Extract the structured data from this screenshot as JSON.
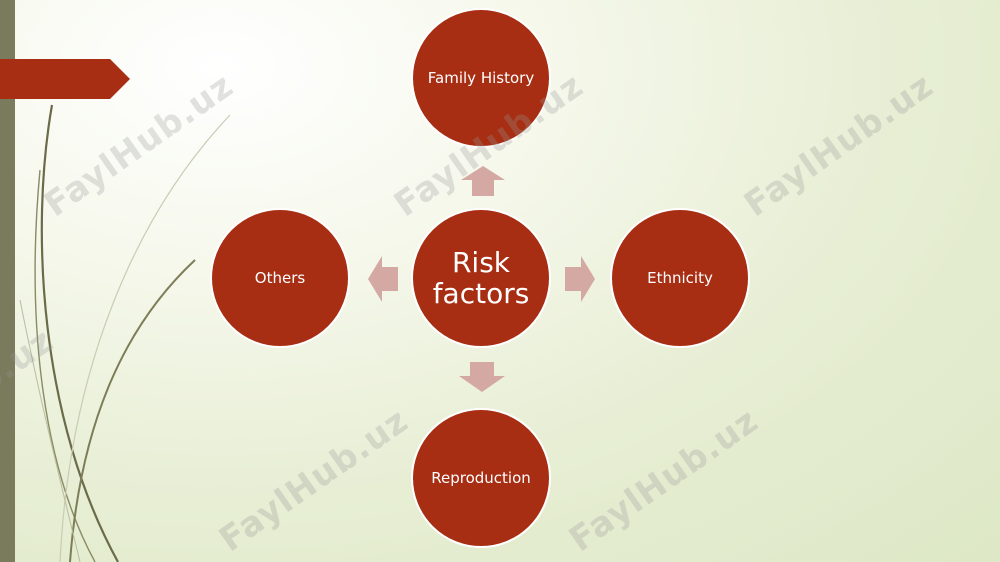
{
  "diagram": {
    "center": "Risk factors",
    "top": "Family History",
    "left": "Others",
    "right": "Ethnicity",
    "bottom": "Reproduction"
  },
  "watermark": "FaylHub.uz",
  "colors": {
    "node_fill": "#a72e13",
    "arrow_fill": "#d4a9a4",
    "left_bar": "#7a7a5c",
    "accent_tag": "#a72e13"
  }
}
